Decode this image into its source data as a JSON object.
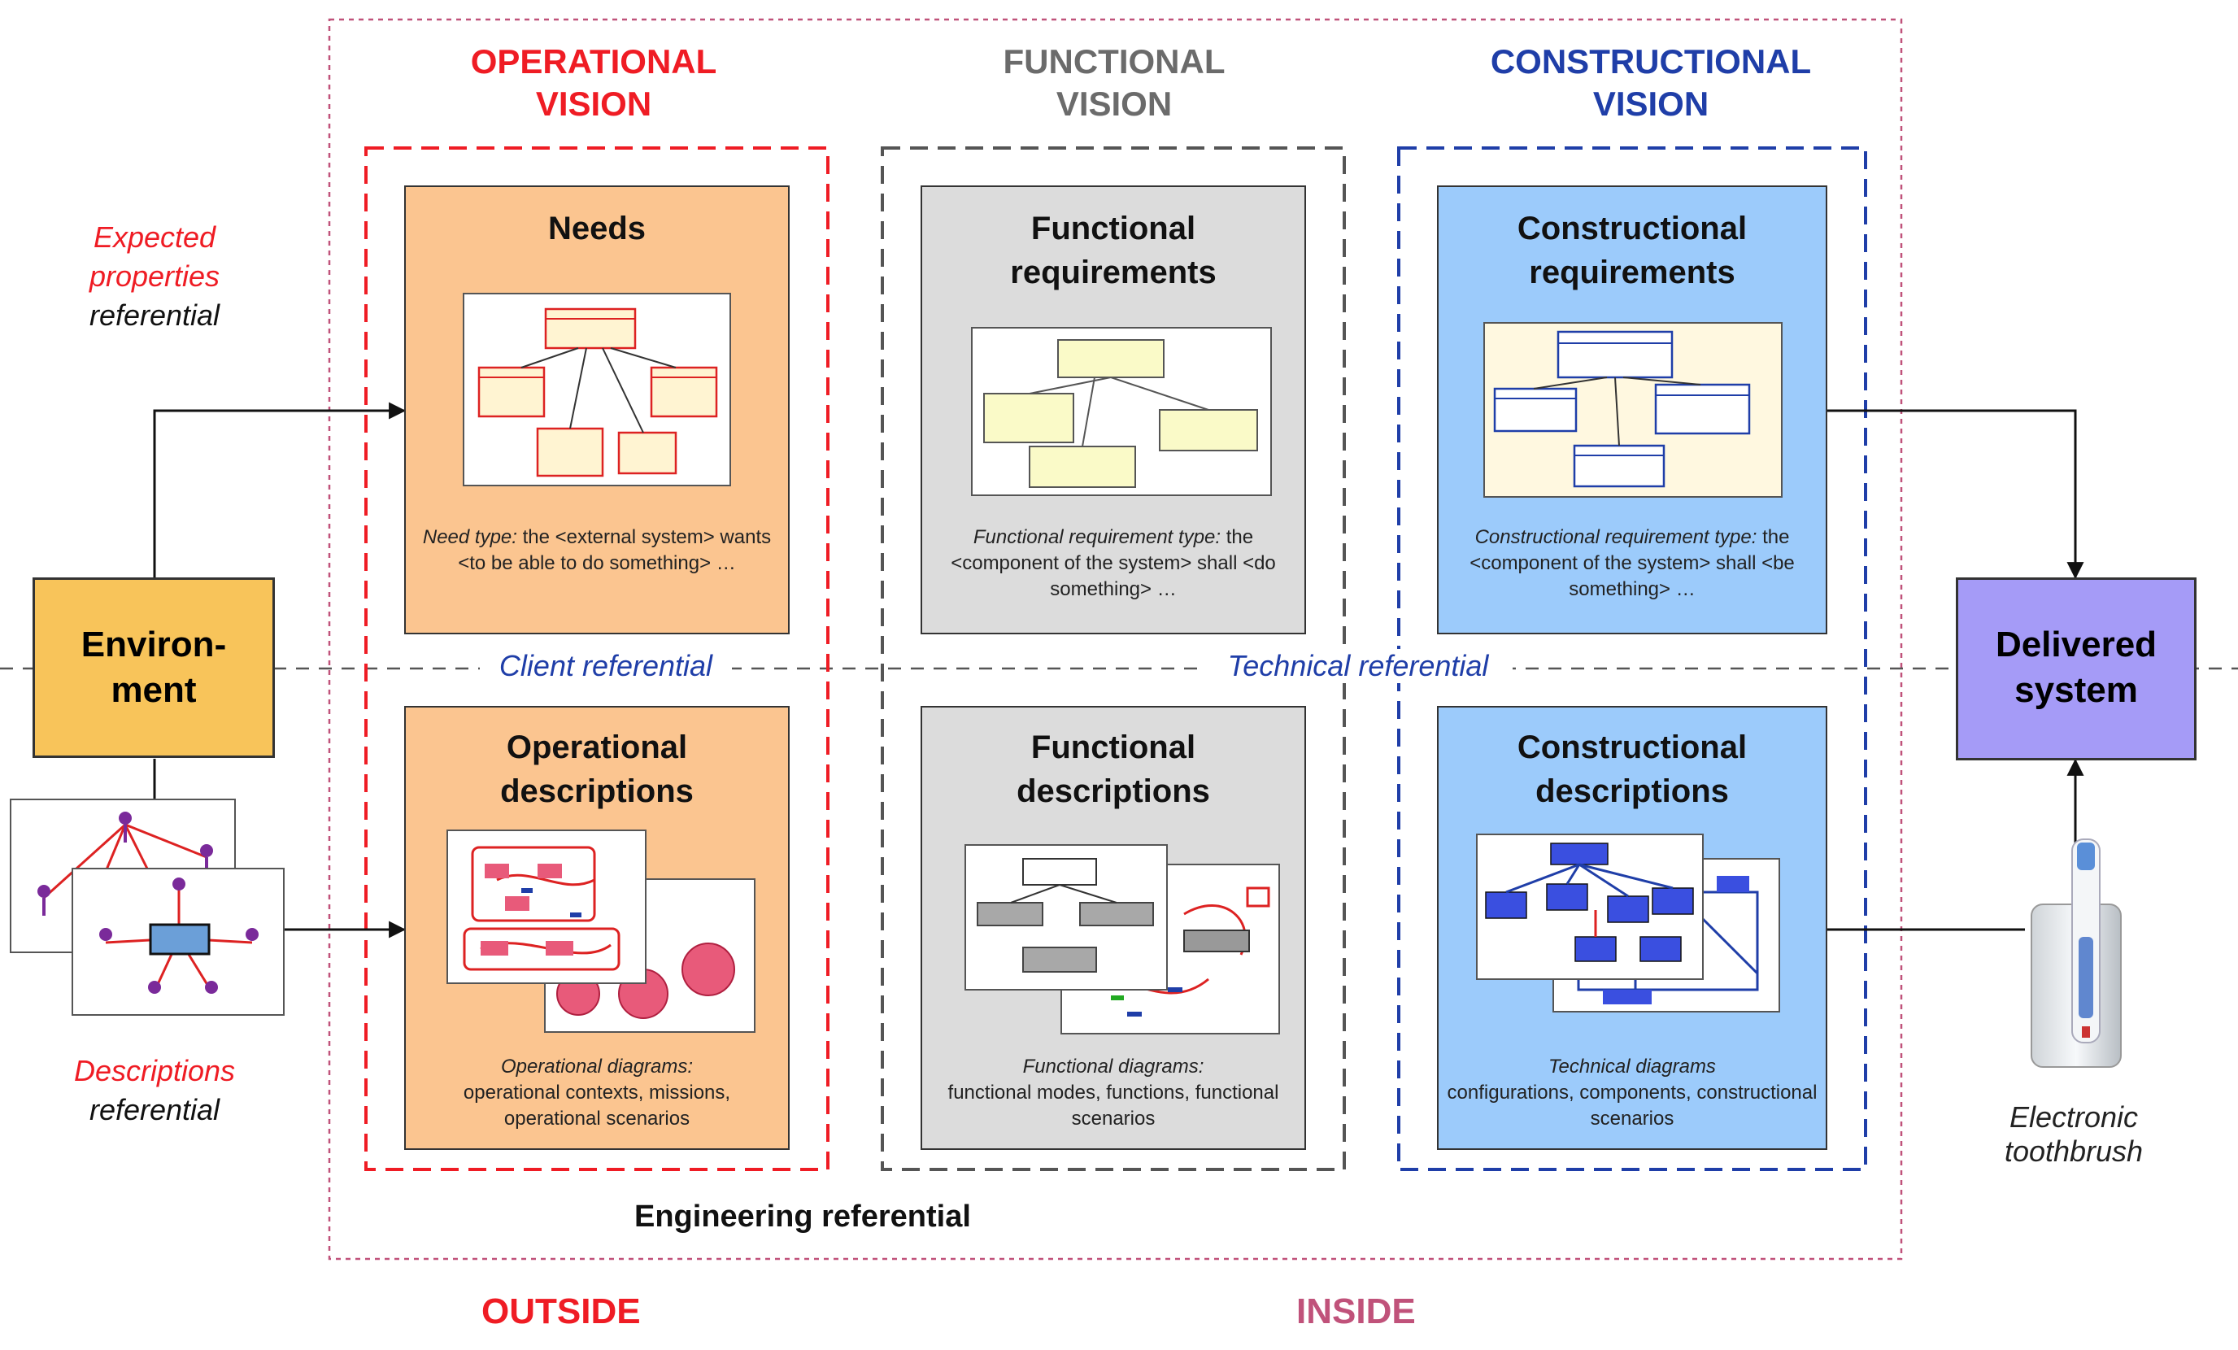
{
  "headers": {
    "operational": "OPERATIONAL\nVISION",
    "functional": "FUNCTIONAL\nVISION",
    "constructional": "CONSTRUCTIONAL\nVISION"
  },
  "colors": {
    "operational": "#ef1c24",
    "functional": "#6b6b6b",
    "constructional": "#1f3ea8",
    "orange_box": "#fbc590",
    "grey_box": "#dcdcdc",
    "blue_box": "#9ccbfb",
    "environment": "#f8c45a",
    "delivered": "#a59bf7"
  },
  "left": {
    "expected_1": "Expected",
    "expected_2": "properties",
    "expected_3": "referential",
    "descriptions_1": "Descriptions",
    "descriptions_2": "referential",
    "environment": "Environ-\nment"
  },
  "boxes": {
    "needs_title": "Needs",
    "needs_caption_em": "Need type:",
    "needs_caption": " the <external system> wants <to be able to do something> …",
    "func_req_title": "Functional\nrequirements",
    "func_req_caption_em": "Functional requirement  type:",
    "func_req_caption": " the <component of the system> shall <do something> …",
    "cons_req_title": "Constructional\nrequirements",
    "cons_req_caption_em": "Constructional requirement  type:",
    "cons_req_caption": " the <component of the system> shall <be something> …",
    "op_desc_title": "Operational\ndescriptions",
    "op_desc_caption_em": "Operational diagrams:",
    "op_desc_caption": "operational contexts, missions, operational scenarios",
    "func_desc_title": "Functional\ndescriptions",
    "func_desc_caption_em": "Functional diagrams:",
    "func_desc_caption": "functional modes, functions, functional scenarios",
    "cons_desc_title": "Constructional\ndescriptions",
    "cons_desc_caption_em": "Technical diagrams",
    "cons_desc_caption": "configurations, components, constructional scenarios"
  },
  "referentials": {
    "client_1": "Client",
    "client_2": " referential",
    "technical_1": "Technical",
    "technical_2": " referential",
    "engineering": "Engineering referential"
  },
  "right": {
    "delivered": "Delivered\nsystem",
    "toothbrush": "Electronic\ntoothbrush"
  },
  "bottom": {
    "outside": "OUTSIDE",
    "inside": "INSIDE"
  }
}
